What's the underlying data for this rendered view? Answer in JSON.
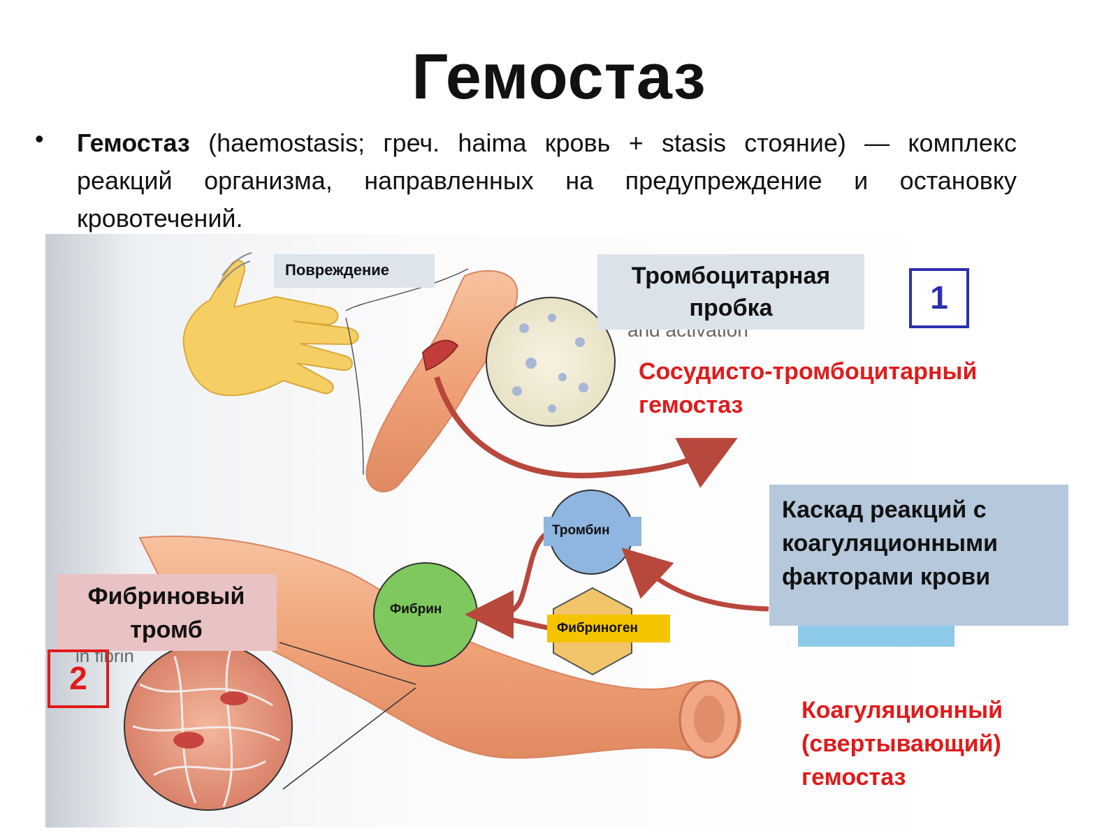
{
  "slide": {
    "title": "Гемостаз",
    "bullet": "•",
    "definition_term": "Гемостаз",
    "definition_text": " (haemostasis; греч. haima кровь + stasis стояние) — комплекс реакций организма, направленных на предупреждение и остановку кровотечений."
  },
  "diagram": {
    "damage_label": "Повреждение",
    "platelet_plug_label": "Тромбоцитарная пробка",
    "step1_number": "1",
    "vascular_platelet_label": "Сосудисто-тромбоцитарный гемостаз",
    "cascade_label": "Каскад реакций с коагуляционными факторами крови",
    "thrombin_label": "Тромбин",
    "fibrin_label": "Фибрин",
    "fibrinogen_label": "Фибриноген",
    "fibrin_clot_label": "Фибриновый тромб",
    "step2_number": "2",
    "coagulation_label": "Коагуляционный (свертывающий) гемостаз",
    "background_caption_1": "and activation",
    "background_caption_2": "in fibrin"
  },
  "colors": {
    "red_accent": "#e01b1b",
    "blue_accent": "#2b2fb0",
    "thrombin_circle": "#8fb6e0",
    "fibrin_circle": "#7ec85e",
    "fibrinogen_hex": "#f2c46a",
    "vessel": "#f0a277",
    "arrow": "#b8473c"
  }
}
